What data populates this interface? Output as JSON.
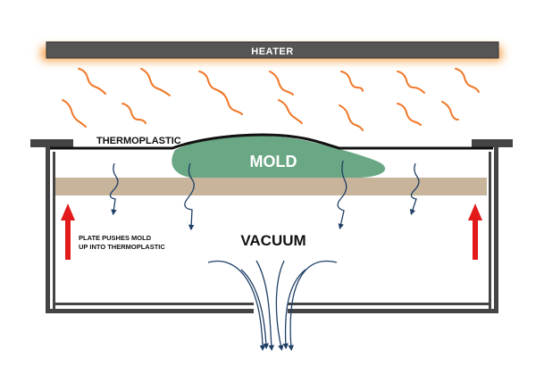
{
  "labels": {
    "heater": "HEATER",
    "thermoplastic": "THERMOPLASTIC",
    "mold": "MOLD",
    "vacuum": "VACUUM",
    "plate_line1": "PLATE PUSHES MOLD",
    "plate_line2": "UP INTO THERMOPLASTIC"
  },
  "colors": {
    "heater_fill": "#555555",
    "heater_glow": "#f6a04a",
    "heat_wave": "#f0782a",
    "frame": "#444444",
    "plate": "#c7b49b",
    "mold": "#6aa784",
    "thermoplastic": "#111111",
    "air_flow": "#1f3f66",
    "push_arrow": "#e21a1a"
  },
  "icons": {
    "heat": "heat-wave-icon",
    "push": "up-arrow-icon",
    "airflow": "air-flow-arrow-icon"
  }
}
